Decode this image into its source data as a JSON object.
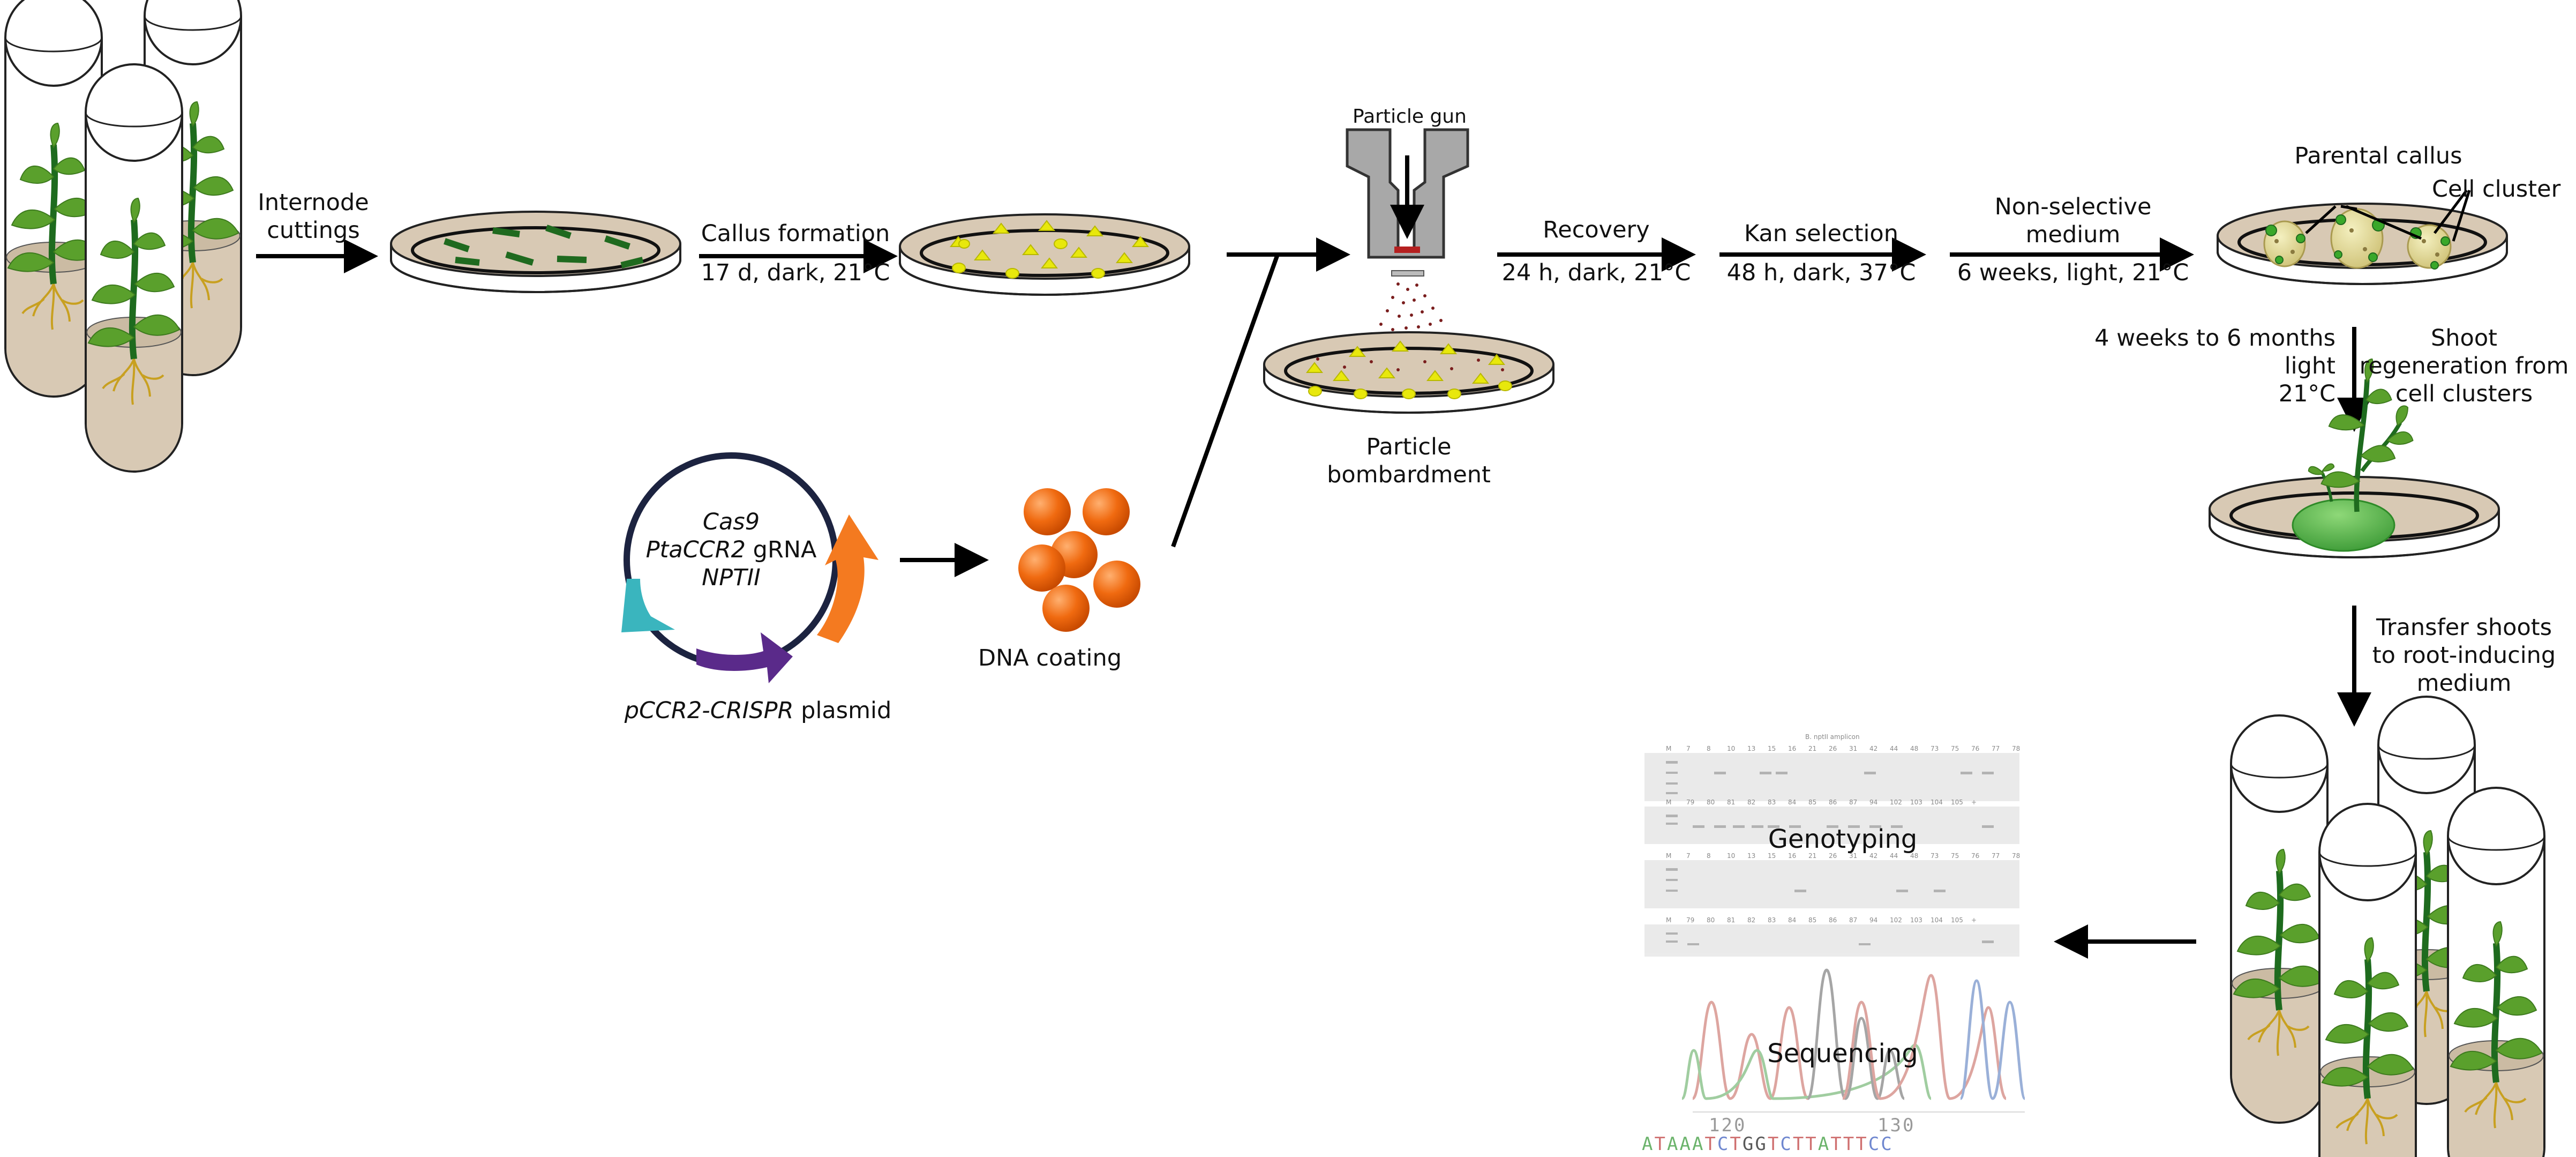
{
  "steps": {
    "internode": "Internode\ncuttings",
    "callus_formation": "Callus formation",
    "callus_conditions": "17 d, dark, 21°C",
    "particle_gun": "Particle gun",
    "particle_bombardment": "Particle\nbombardment",
    "recovery": "Recovery",
    "recovery_conditions": "24 h, dark, 21°C",
    "kan_selection": "Kan selection",
    "kan_conditions": "48 h, dark, 37°C",
    "nonselective": "Non-selective\nmedium",
    "nonselective_conditions": "6 weeks, light, 21°C",
    "parental_callus": "Parental callus",
    "cell_cluster": "Cell cluster",
    "regen_conditions": "4 weeks to 6 months\nlight\n21°C",
    "shoot_regen": "Shoot\nregeneration from\ncell clusters",
    "transfer_shoots": "Transfer shoots\nto root-inducing\nmedium",
    "dna_coating": "DNA coating",
    "genotyping": "Genotyping",
    "sequencing": "Sequencing"
  },
  "plasmid": {
    "gene1": "Cas9",
    "gene2_italic": "PtaCCR2",
    "gene2_rest": " gRNA",
    "gene3": "NPTII",
    "name_italic": "pCCR2-CRISPR",
    "name_rest": " plasmid"
  },
  "gel": {
    "title": "B. nptII amplicon",
    "row1": [
      "M",
      "7",
      "8",
      "10",
      "13",
      "15",
      "16",
      "21",
      "26",
      "31",
      "42",
      "44",
      "48",
      "73",
      "75",
      "76",
      "77",
      "78"
    ],
    "row2": [
      "M",
      "79",
      "80",
      "81",
      "82",
      "83",
      "84",
      "85",
      "86",
      "87",
      "94",
      "102",
      "103",
      "104",
      "105",
      "+"
    ]
  },
  "chromatogram": {
    "tick1": "120",
    "tick2": "130",
    "bases": [
      "A",
      "T",
      "A",
      "A",
      "A",
      "T",
      "C",
      "T",
      "G",
      "G",
      "T",
      "C",
      "T",
      "T",
      "A",
      "T",
      "T",
      "T",
      "C",
      "C"
    ]
  },
  "colors": {
    "arrow": "#000000",
    "dish_fill": "#d8c9b4",
    "callus_yellow": "#e8e80c",
    "leaf_green": "#5aa02c",
    "stem_green": "#1e6b1e",
    "root_gold": "#c8a020",
    "plasmid_ring": "#1c2340",
    "plasmid_teal": "#3ab5be",
    "plasmid_purple": "#5a2a8a",
    "plasmid_orange": "#f47a20",
    "bead_orange": "#f06a10",
    "particle_red": "#7a1e1e",
    "regen_callus": "#54b848"
  },
  "icons": [
    "test-tube-icon",
    "petri-dish-icon",
    "particle-gun-icon",
    "plasmid-icon",
    "gold-bead-icon",
    "plant-icon",
    "gel-image",
    "chromatogram-image"
  ]
}
